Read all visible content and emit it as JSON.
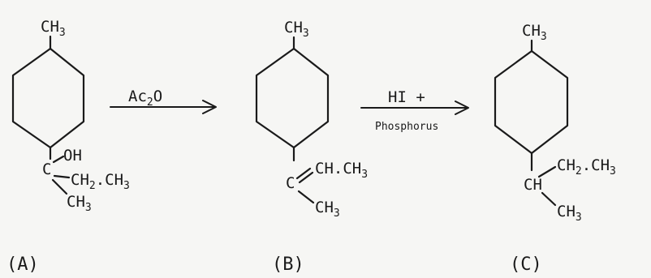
{
  "compounds": [
    {
      "label": "(A)",
      "top_group": {
        "main": "CH",
        "sub": "3"
      },
      "subst": {
        "c": "C",
        "oh": "OH",
        "ethyl": {
          "a": "CH",
          "sa": "2",
          "b": ".CH",
          "sb": "3"
        },
        "methyl": {
          "a": "CH",
          "sa": "3"
        }
      }
    },
    {
      "label": "(B)",
      "top_group": {
        "main": "CH",
        "sub": "3"
      },
      "subst": {
        "c": "C",
        "eq": "=",
        "ethylidene": {
          "a": "CH.CH",
          "sa": "3"
        },
        "methyl": {
          "a": "CH",
          "sa": "3"
        }
      }
    },
    {
      "label": "(C)",
      "top_group": {
        "main": "CH",
        "sub": "3"
      },
      "subst": {
        "ch": "CH",
        "ethyl": {
          "a": "CH",
          "sa": "2",
          "b": ".CH",
          "sb": "3"
        },
        "methyl": {
          "a": "CH",
          "sa": "3"
        }
      }
    }
  ],
  "reactions": [
    {
      "line1": {
        "a": "Ac",
        "sa": "2",
        "b": "O"
      }
    },
    {
      "line1": {
        "a": "HI +"
      },
      "line2": "Phosphorus"
    }
  ]
}
